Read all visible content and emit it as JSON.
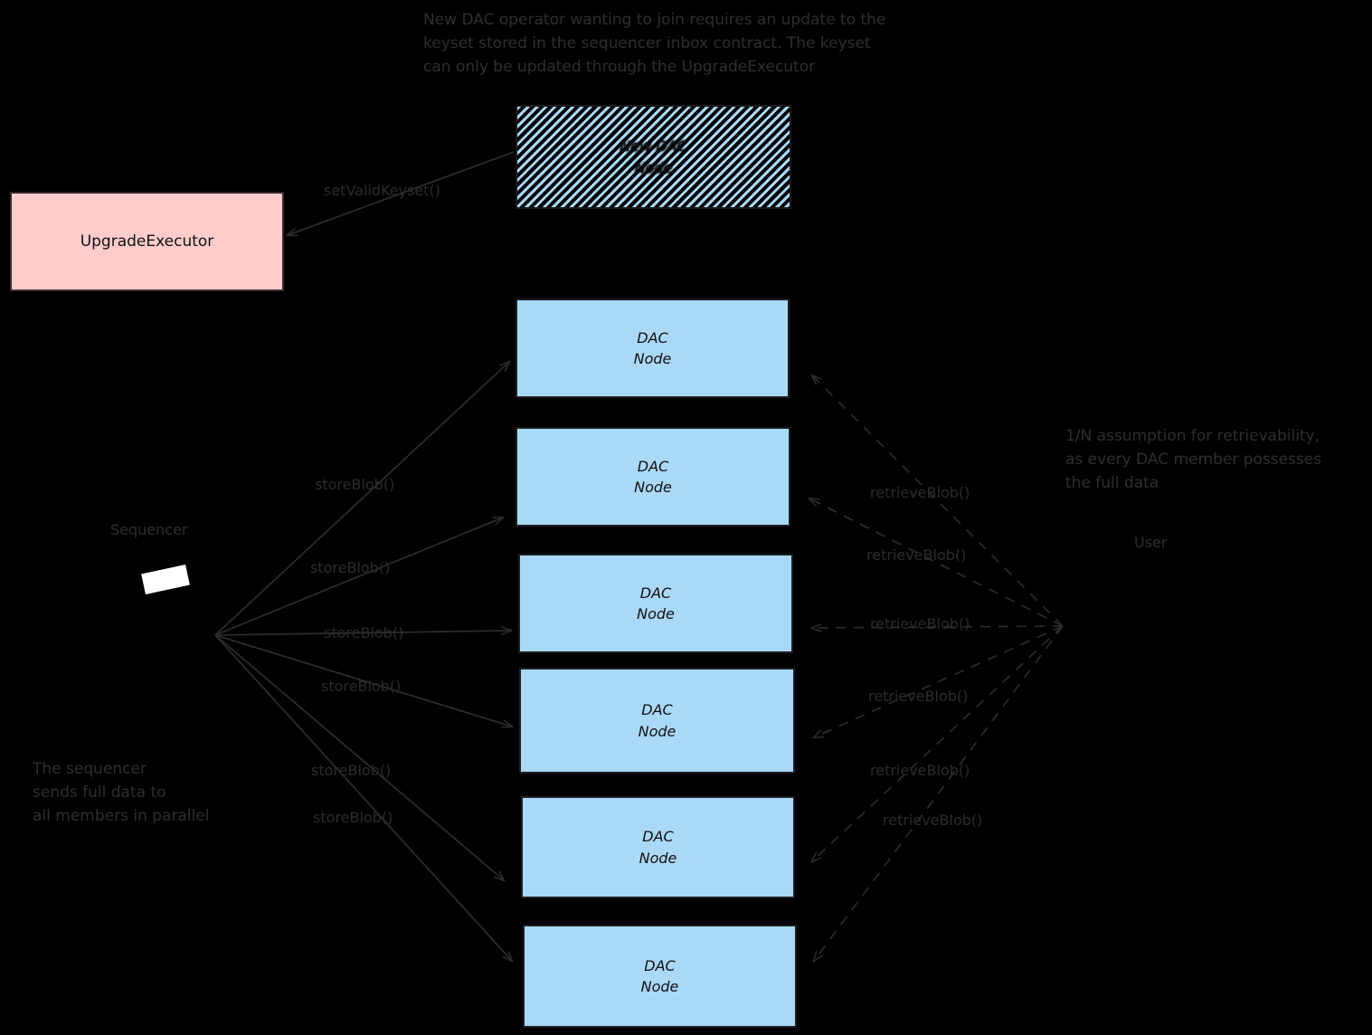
{
  "diagram": {
    "title_annotation": "New DAC operator wanting to join requires an update to the\nkeyset stored in the sequencer inbox contract. The keyset\ncan only be updated through the UpgradeExecutor",
    "sequencer_annotation": "The sequencer\nsends full data to\nall members in parallel",
    "user_annotation": "1/N assumption for retrievability,\nas every DAC member possesses\nthe full data",
    "sequencer_label": "Sequencer",
    "user_label": "User",
    "upgrade_executor_label": "UpgradeExecutor",
    "set_valid_keyset_label": "setValidKeyset()",
    "new_dac_node": {
      "line1": "New DAC",
      "line2": "Node"
    },
    "nodes": [
      {
        "line1": "DAC",
        "line2": "Node"
      },
      {
        "line1": "DAC",
        "line2": "Node"
      },
      {
        "line1": "DAC",
        "line2": "Node"
      },
      {
        "line1": "DAC",
        "line2": "Node"
      },
      {
        "line1": "DAC",
        "line2": "Node"
      },
      {
        "line1": "DAC",
        "line2": "Node"
      }
    ],
    "store_blob_labels": [
      "storeBlob()",
      "storeBlob()",
      "storeBlob()",
      "storeBlob()",
      "storeBlob()",
      "storeBlob()"
    ],
    "retrieve_blob_labels": [
      "retrieveBlob()",
      "retrieveBlob()",
      "retrieveBlob()",
      "retrieveBlob()",
      "retrieveBlob()",
      "retrieveBlob()"
    ],
    "colors": {
      "background": "#000000",
      "node_fill": "#AAD8F7",
      "node_border": "#1f1f1f",
      "upgrade_executor_fill": "#FFCCCC",
      "arrow": "#2b2b2b",
      "text": "#2e2e2e",
      "sequencer_icon": "#ffffff"
    }
  }
}
